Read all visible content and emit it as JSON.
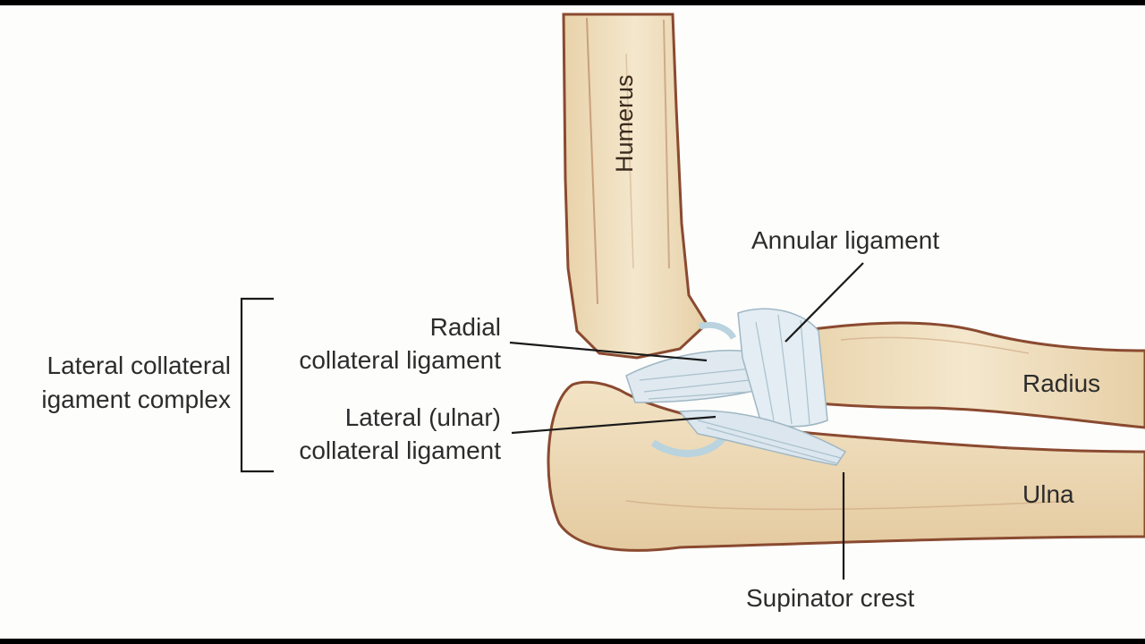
{
  "diagram": {
    "bones": {
      "humerus": "Humerus",
      "radius": "Radius",
      "ulna": "Ulna"
    },
    "labels": {
      "annular": "Annular ligament",
      "radial_line1": "Radial",
      "radial_line2": "collateral ligament",
      "lateral_ulnar_line1": "Lateral (ulnar)",
      "lateral_ulnar_line2": "collateral ligament",
      "complex_line1": "Lateral collateral",
      "complex_line2": "igament complex",
      "supinator": "Supinator crest"
    },
    "colors": {
      "bone_fill": "#f1e2c4",
      "bone_outline": "#8a4a30",
      "ligament": "#dfe9ef",
      "cartilage": "#b9d3df",
      "leader_line": "#1a1a1a",
      "background": "#fdfdfc"
    }
  }
}
